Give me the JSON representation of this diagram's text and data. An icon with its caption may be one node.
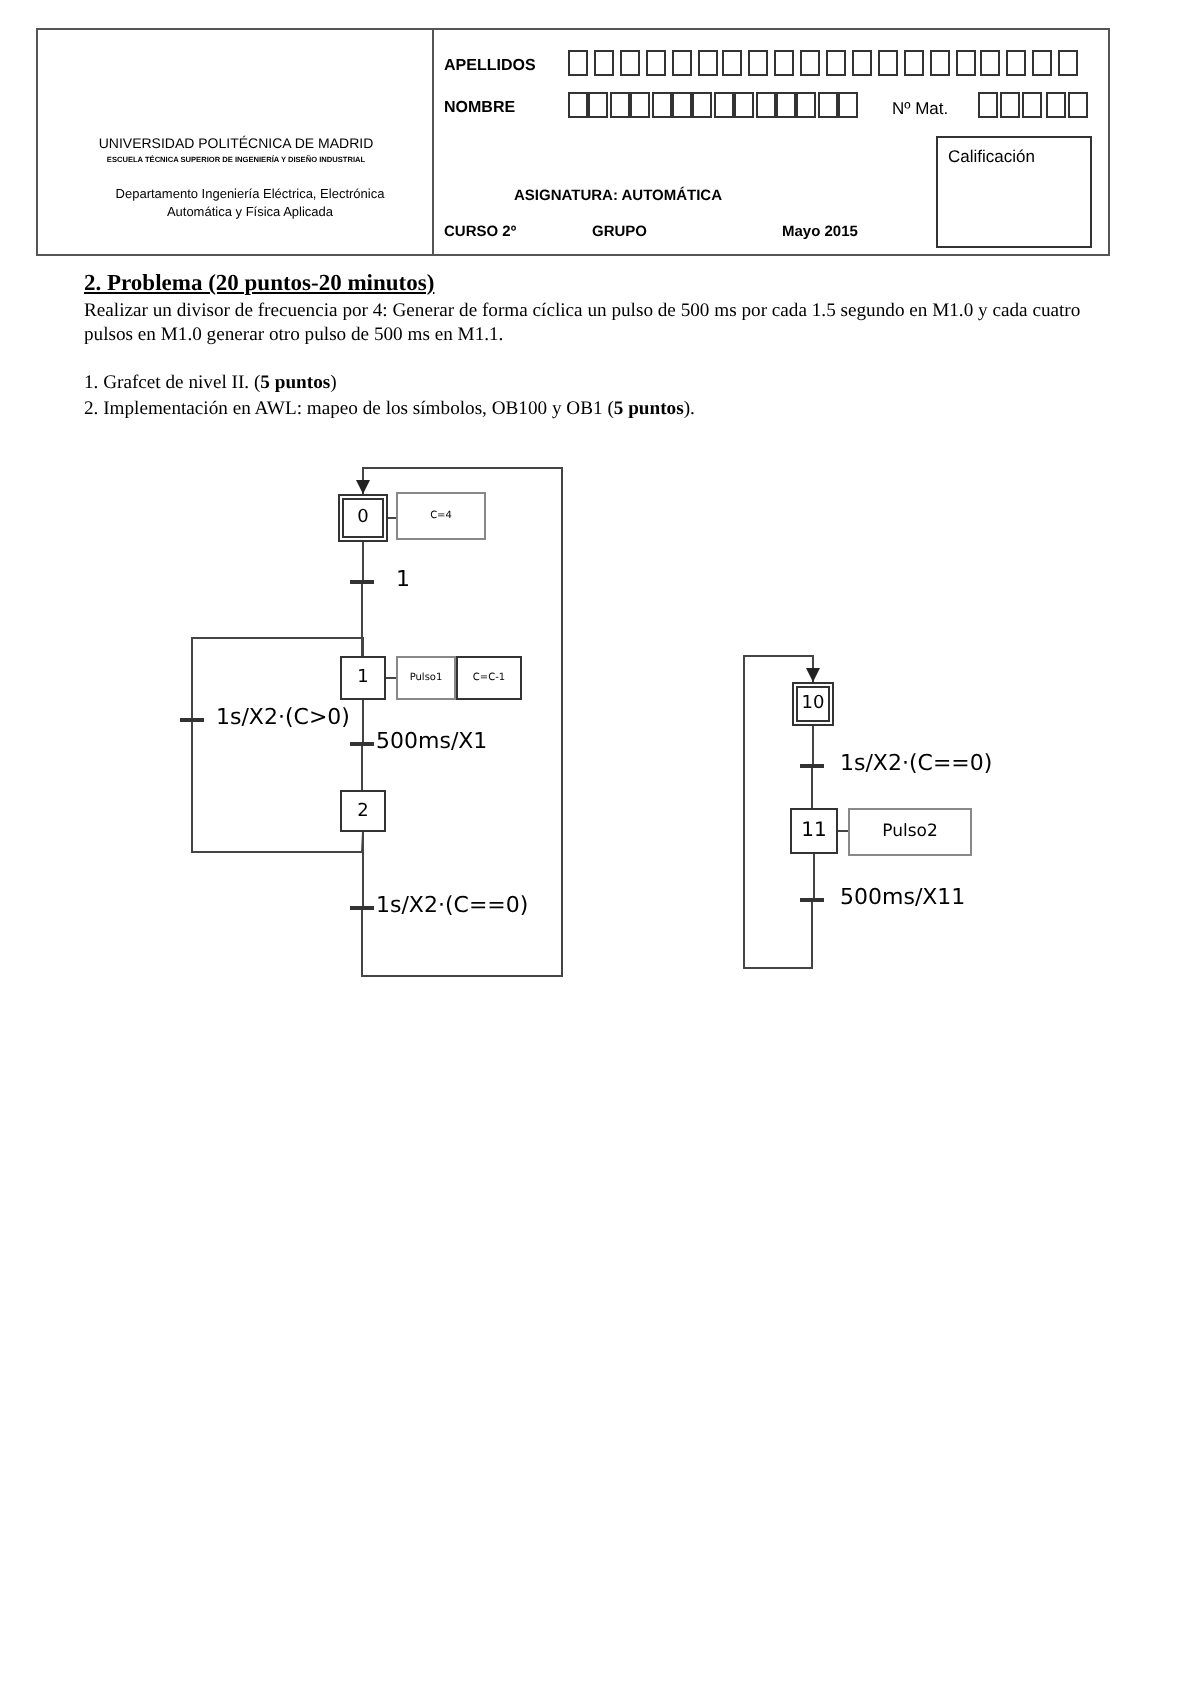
{
  "diagram": {
    "title": "2. Problema (20 puntos-20 minutos)",
    "nodes": [
      {
        "text": [
          "0"
        ]
      },
      {
        "text": [
          "C=4"
        ]
      },
      {
        "text": [
          "1"
        ]
      },
      {
        "text": [
          "1"
        ]
      },
      {
        "text": [
          "Pulso1"
        ]
      },
      {
        "text": [
          "C=C-1"
        ]
      },
      {
        "text": [
          "500ms/X1"
        ]
      },
      {
        "text": [
          "2"
        ]
      },
      {
        "text": [
          "1s/X2·(C>0)"
        ]
      },
      {
        "text": [
          "1s/X2·(C==0)"
        ]
      },
      {
        "text": [
          "10"
        ]
      },
      {
        "text": [
          "1s/X2·(C==0)"
        ]
      },
      {
        "text": [
          "11"
        ]
      },
      {
        "text": [
          "Pulso2"
        ]
      },
      {
        "text": [
          "500ms/X11"
        ]
      }
    ],
    "edges": [
      {
        "from": 0,
        "to": 1,
        "arrow": "none"
      },
      {
        "from": 0,
        "to": 2,
        "arrow": "none"
      },
      {
        "from": 2,
        "to": 3,
        "arrow": "none"
      },
      {
        "from": 3,
        "to": 4,
        "arrow": "none"
      },
      {
        "from": 3,
        "to": 6,
        "arrow": "none"
      },
      {
        "from": 6,
        "to": 7,
        "arrow": "none"
      },
      {
        "from": 7,
        "to": 8,
        "arrow": "none"
      },
      {
        "from": 8,
        "to": 3,
        "arrow": "none"
      },
      {
        "from": 7,
        "to": 9,
        "arrow": "none"
      },
      {
        "from": 9,
        "to": 0,
        "arrow": "to"
      },
      {
        "from": 10,
        "to": 11,
        "arrow": "none"
      },
      {
        "from": 11,
        "to": 12,
        "arrow": "none"
      },
      {
        "from": 12,
        "to": 13,
        "arrow": "none"
      },
      {
        "from": 12,
        "to": 14,
        "arrow": "none"
      },
      {
        "from": 14,
        "to": 10,
        "arrow": "to"
      }
    ],
    "labels": [
      "UNIVERSIDAD POLITÉCNICA DE MADRID",
      "ESCUELA TÉCNICA SUPERIOR DE INGENIERÍA Y DISEÑO INDUSTRIAL",
      "Departamento Ingeniería Eléctrica, Electrónica Automática y Física Aplicada",
      "APELLIDOS",
      "NOMBRE",
      "Nº Mat.",
      "Calificación",
      "ASIGNATURA: AUTOMÁTICA",
      "CURSO 2º",
      "GRUPO",
      "Mayo 2015",
      "Realizar un divisor de frecuencia por 4: Generar de forma cíclica un pulso de 500 ms por cada 1.5 segundo en M1.0 y cada cuatro pulsos en M1.0 generar otro pulso de 500 ms en M1.1.",
      "1. Grafcet de nivel II. (**5 puntos**)",
      "2. Implementación en AWL: mapeo de los símbolos, OB100 y OB1 (**5 puntos**)."
    ]
  }
}
